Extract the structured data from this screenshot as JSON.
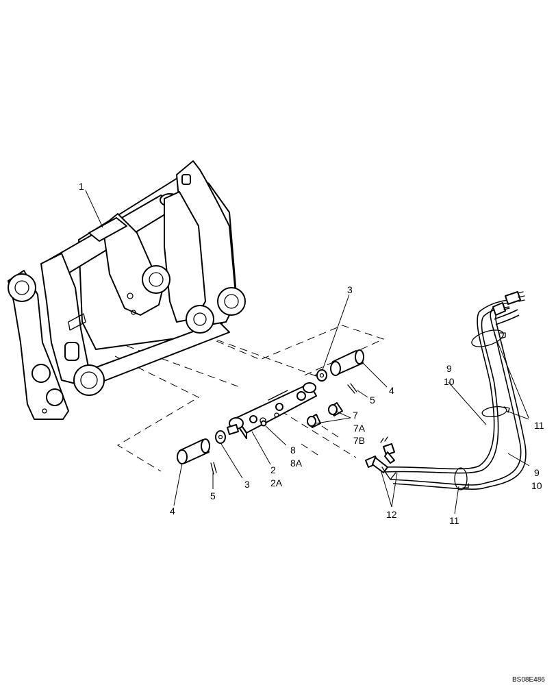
{
  "callouts": {
    "c1": "1",
    "c3_top": "3",
    "c4_right": "4",
    "c5_right": "5",
    "c7": "7",
    "c7a": "7A",
    "c7b": "7B",
    "c8": "8",
    "c8a": "8A",
    "c2": "2",
    "c2a": "2A",
    "c3_bottom": "3",
    "c5_bottom": "5",
    "c4_bottom": "4",
    "c9_top": "9",
    "c10_top": "10",
    "c11_right": "11",
    "c9_bottom": "9",
    "c10_bottom": "10",
    "c11_bottom": "11",
    "c12": "12"
  },
  "reference_code": "BS08E486"
}
